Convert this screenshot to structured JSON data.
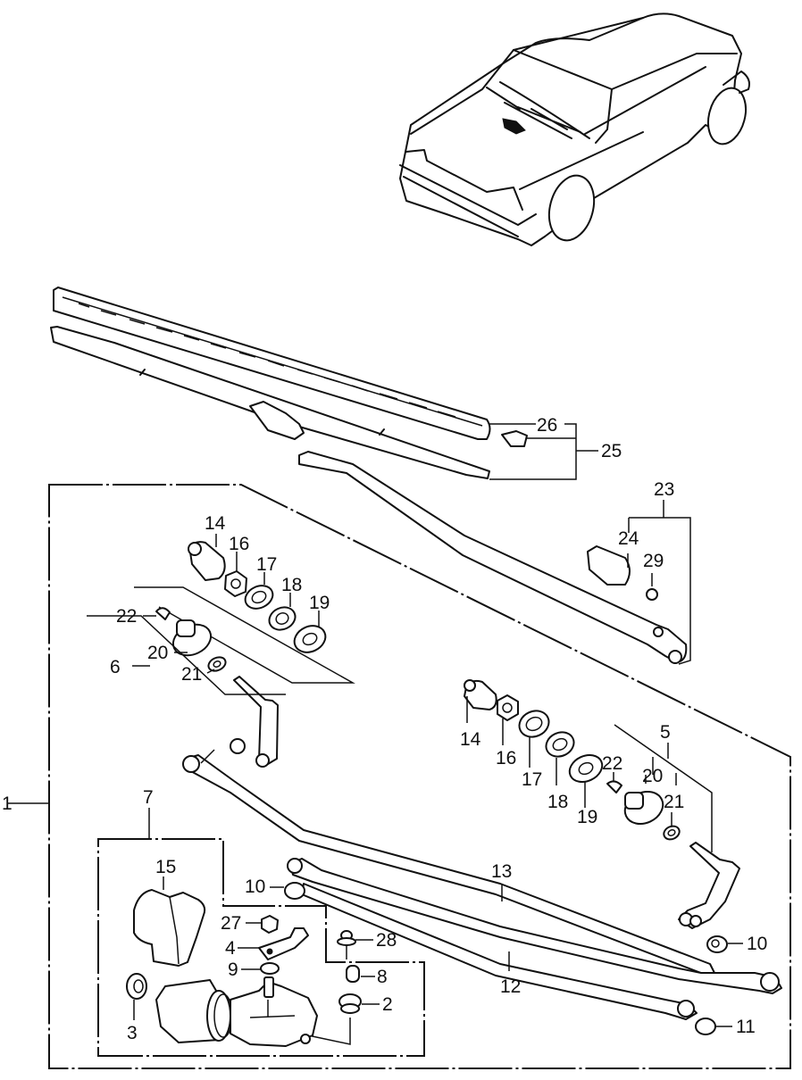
{
  "diagram": {
    "title": "Windshield wiper assembly exploded parts diagram",
    "background": "#ffffff",
    "line_color": "#111111",
    "callouts": {
      "c1": "1",
      "c2": "2",
      "c3": "3",
      "c4": "4",
      "c5": "5",
      "c6": "6",
      "c7": "7",
      "c8": "8",
      "c9": "9",
      "c10a": "10",
      "c10b": "10",
      "c11": "11",
      "c12": "12",
      "c13": "13",
      "c14a": "14",
      "c14b": "14",
      "c15": "15",
      "c16a": "16",
      "c16b": "16",
      "c17a": "17",
      "c17b": "17",
      "c18a": "18",
      "c18b": "18",
      "c19a": "19",
      "c19b": "19",
      "c20a": "20",
      "c20b": "20",
      "c21a": "21",
      "c21b": "21",
      "c22a": "22",
      "c22b": "22",
      "c23": "23",
      "c24": "24",
      "c25": "25",
      "c26": "26",
      "c27": "27",
      "c28": "28",
      "c29": "29"
    }
  }
}
